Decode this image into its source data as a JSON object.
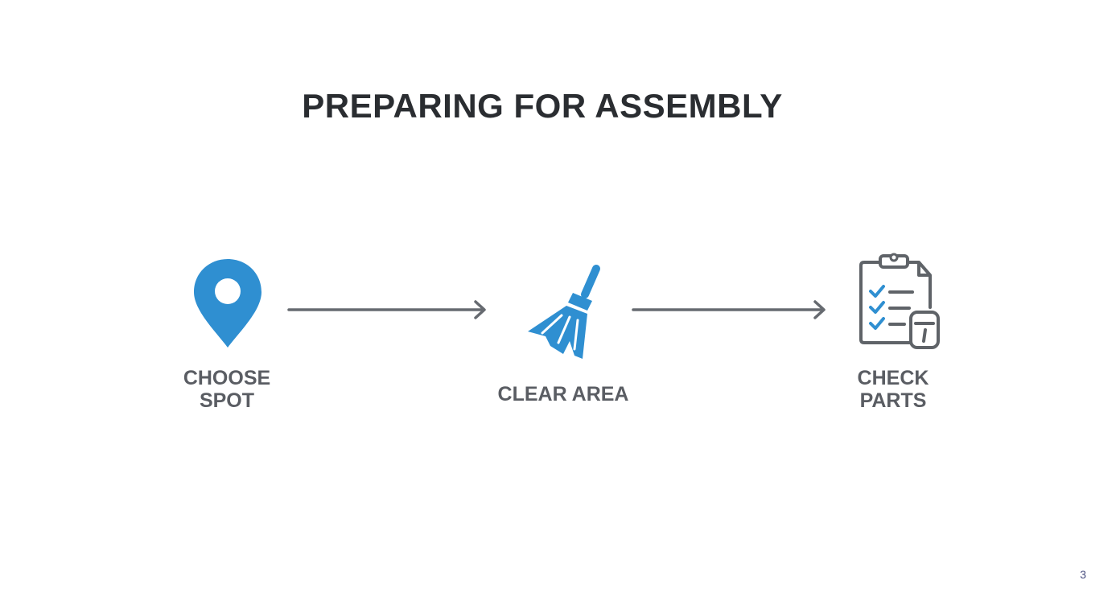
{
  "slide": {
    "title": "PREPARING FOR ASSEMBLY",
    "page_number": "3"
  },
  "steps": [
    {
      "label_line1": "CHOOSE",
      "label_line2": "SPOT",
      "icon": "location-pin-icon"
    },
    {
      "label_line1": "CLEAR AREA",
      "label_line2": "",
      "icon": "broom-icon"
    },
    {
      "label_line1": "CHECK",
      "label_line2": "PARTS",
      "icon": "checklist-clipboard-icon"
    }
  ],
  "colors": {
    "accent": "#2f8fd1",
    "title": "#2a2d31",
    "label": "#5a5d63",
    "arrow": "#666a70",
    "page_number": "#4a4f80"
  }
}
